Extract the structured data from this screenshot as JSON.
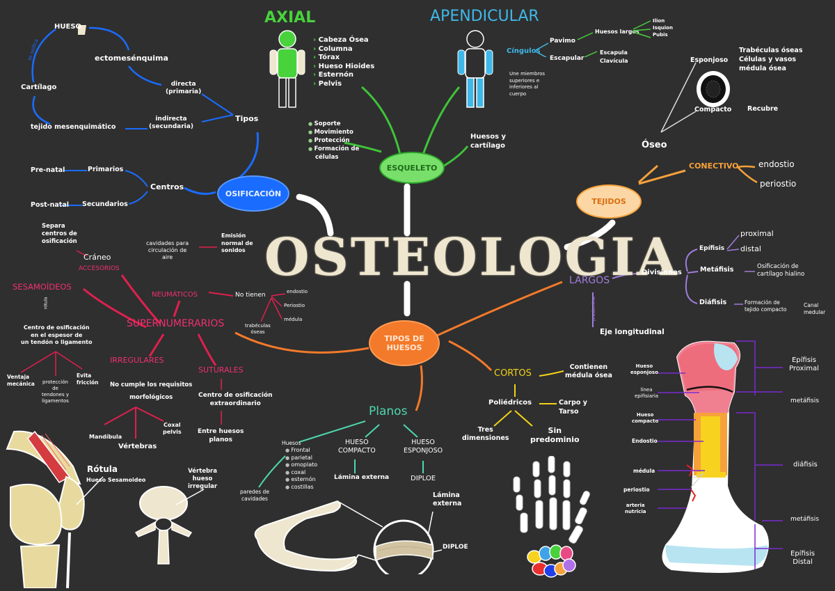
{
  "title": "OSTEOLOGIA",
  "colors": {
    "background": "#2f2f2f",
    "title": "#efe6cf",
    "osificacion": "#1a6cff",
    "esqueleto": "#48d23c",
    "tejidos": "#f7a13a",
    "tipos": "#f37a2a",
    "largos": "#a07ddc",
    "supernumerarios": "#f0306f",
    "cortos": "#f2d21b",
    "planos": "#4fd8b0"
  },
  "nodes": {
    "esqueleto": "ESQUELETO",
    "osificacion": "OSIFICACIÓN",
    "tejidos": "TEJIDOS",
    "tipos_line1": "TIPOS DE",
    "tipos_line2": "HUESOS"
  },
  "esqueleto": {
    "axial_title": "AXIAL",
    "axial_items": [
      "Cabeza Ósea",
      "Columna",
      "Tórax",
      "Hueso Hioides",
      "Esternón",
      "Pelvis"
    ],
    "apendicular_title": "APENDICULAR",
    "cinguos": "Cíngulos",
    "pavimo": "Pavimo",
    "huesos_largos": "Huesos largos",
    "pavimo_items": [
      "Ilion",
      "Isquion",
      "Pubis"
    ],
    "escapular": "Escapular",
    "escapular_items": [
      "Escapula",
      "Clavícula"
    ],
    "une_miembros": [
      "Une miembros",
      "superiores e",
      "inferiores al",
      "cuerpo"
    ],
    "funciones": [
      "Soporte",
      "Movimiento",
      "Protección",
      "Formación de",
      "células"
    ],
    "huesos_cartilago": [
      "Huesos y",
      "cartílago"
    ]
  },
  "osificacion": {
    "hueso": "HUESO",
    "se_osifica": "se osifica",
    "ectomesenquima": "ectomesénquima",
    "cartilago": "Cartílago",
    "directa_1": "directa",
    "directa_2": "(primaria)",
    "indirecta_1": "indirecta",
    "indirecta_2": "(secundaria)",
    "tejido_mes": "tejido mesenquimático",
    "tipos": "Tipos",
    "pre_natal": "Pre-natal",
    "primarios": "Primarios",
    "centros": "Centros",
    "post_natal": "Post-natal",
    "secundarios": "Secundarios"
  },
  "tejidos": {
    "oseo": "Óseo",
    "esponjoso": "Esponjoso",
    "trabeculas_1": "Trabéculas óseas",
    "trabeculas_2": "Células y vasos",
    "trabeculas_3": "médula ósea",
    "compacto": "Compacto",
    "recubre": "Recubre",
    "conectivo": "CONECTIVO",
    "endostio": "endostio",
    "periostio": "periostio"
  },
  "largos": {
    "title": "LARGOS",
    "divisiones": "Divisiones",
    "epifisis": "Epífisis",
    "proximal": "proximal",
    "distal": "distal",
    "metafisis": "Metáfisis",
    "osificacion_1": "Osificación de",
    "osificacion_2": "cartílago hialino",
    "diafisis": "Diáfisis",
    "formacion_1": "Formación de",
    "formacion_2": "tejido compacto",
    "canal_1": "Canal",
    "canal_2": "medular",
    "predomina": "predomina",
    "eje": "Eje longitudinal"
  },
  "supernumerarios": {
    "title": "SUPERNUMERARIOS",
    "craneo": "Cráneo",
    "accesorios": "ACCESORIOS",
    "separa_1": "Separa",
    "separa_2": "centros de",
    "separa_3": "osificación",
    "sesamoideos": "SESAMOÍDEOS",
    "ej_rotula": "rótula",
    "centro_1": "Centro de osificación",
    "centro_2": "en el espesor de",
    "centro_3": "un tendón o ligamento",
    "ventaja": "Ventaja",
    "mecanica": "mecánica",
    "proteccion_1": "protección",
    "proteccion_2": "de",
    "proteccion_3": "tendones y",
    "proteccion_4": "ligamentos",
    "evita": "Evita",
    "friccion": "fricción",
    "neumaticos": "NEUMÁTICOS",
    "cavidades_1": "cavidades para",
    "cavidades_2": "circulación de",
    "cavidades_3": "aire",
    "emision_1": "Emisión",
    "emision_2": "normal de",
    "emision_3": "sonidos",
    "no_tienen": "No tienen",
    "nt_endostio": "endostio",
    "nt_periostio": "Periostio",
    "nt_medula": "médula",
    "trabeculas_1": "trabéculas",
    "trabeculas_2": "óseas",
    "irregulares": "IRREGULARES",
    "no_cumple_1": "No cumple los requisitos",
    "no_cumple_2": "morfológicos",
    "mandibula": "Mandíbula",
    "vertebras": "Vértebras",
    "coxal_1": "Coxal",
    "coxal_2": "pelvis",
    "suturales": "SUTURALES",
    "centro_osif_1": "Centro de osificación",
    "centro_osif_2": "extraordinario",
    "entre_huesos_1": "Entre huesos",
    "entre_huesos_2": "planos"
  },
  "cortos": {
    "title": "CORTOS",
    "contienen_1": "Contienen",
    "contienen_2": "médula ósea",
    "poliedricos": "Poliédricos",
    "carpo_1": "Carpo y",
    "carpo_2": "Tarso",
    "tres_1": "Tres",
    "tres_2": "dimensiones",
    "sin_1": "Sin",
    "sin_2": "predominio"
  },
  "planos": {
    "title": "Planos",
    "huesos_label": "Huesos",
    "huesos_items": [
      "Frontal",
      "parietal",
      "omoplato",
      "coxal",
      "esternón",
      "costillas"
    ],
    "paredes_1": "paredes de",
    "paredes_2": "cavidades",
    "compacto_1": "HUESO",
    "compacto_2": "COMPACTO",
    "esponjoso_1": "HUESO",
    "esponjoso_2": "ESPONJOSO",
    "lamina": "Lámina externa",
    "diploe": "DIPLOE",
    "lamina_ext_1": "Lámina",
    "lamina_ext_2": "externa",
    "diploe_2": "DIPLOE"
  },
  "illustrations": {
    "rotula": "Rótula",
    "hueso_sesamoideo": "Hueso Sesamoideo",
    "vertebra_1": "Vértebra",
    "vertebra_2": "hueso",
    "vertebra_3": "irregular"
  },
  "femur": {
    "hueso_esponjoso_1": "Hueso",
    "hueso_esponjoso_2": "esponjoso",
    "linea_1": "línea",
    "linea_2": "epifisiaria",
    "hueso_compacto_1": "Hueso",
    "hueso_compacto_2": "compacto",
    "endostio": "Endostio",
    "medula": "médula",
    "periostio": "periostio",
    "arteria_1": "arteria",
    "arteria_2": "nutricia",
    "epifisis_prox_1": "Epífisis",
    "epifisis_prox_2": "Proximal",
    "metafisis_1": "metáfisis",
    "diafisis": "diáfisis",
    "metafisis_2": "metáfisis",
    "epifisis_dist_1": "Epífisis",
    "epifisis_dist_2": "Distal"
  }
}
